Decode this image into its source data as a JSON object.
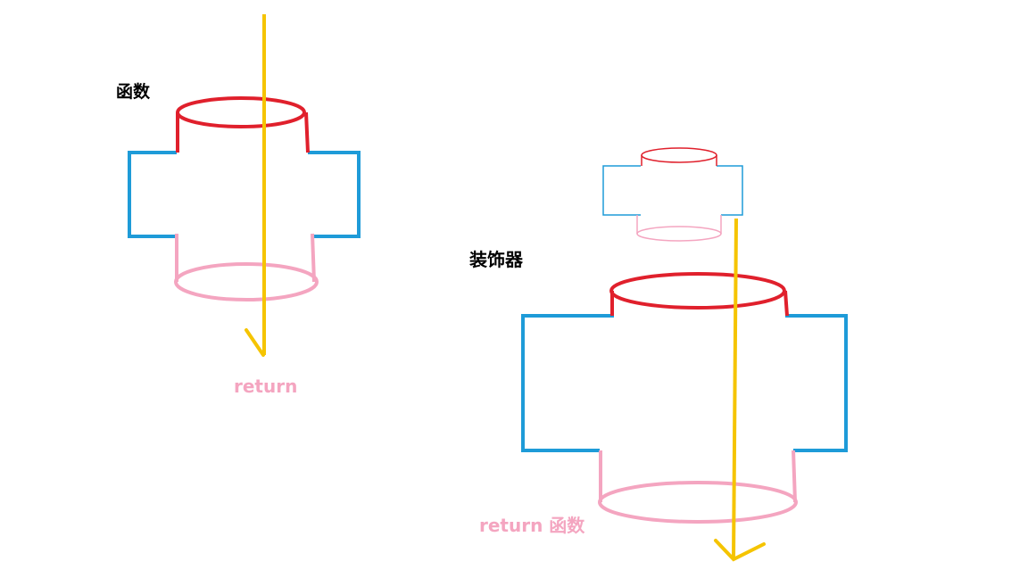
{
  "labels": {
    "function": "函数",
    "decorator": "装饰器",
    "return_left": "return",
    "return_right": "return 函数"
  },
  "colors": {
    "top_cylinder": "#e0202c",
    "side_arms": "#1e9bd8",
    "bottom_cylinder": "#f4a5c0",
    "flow_arrow": "#f5c400",
    "label_text": "#000000",
    "return_text": "#f4a5c0"
  }
}
